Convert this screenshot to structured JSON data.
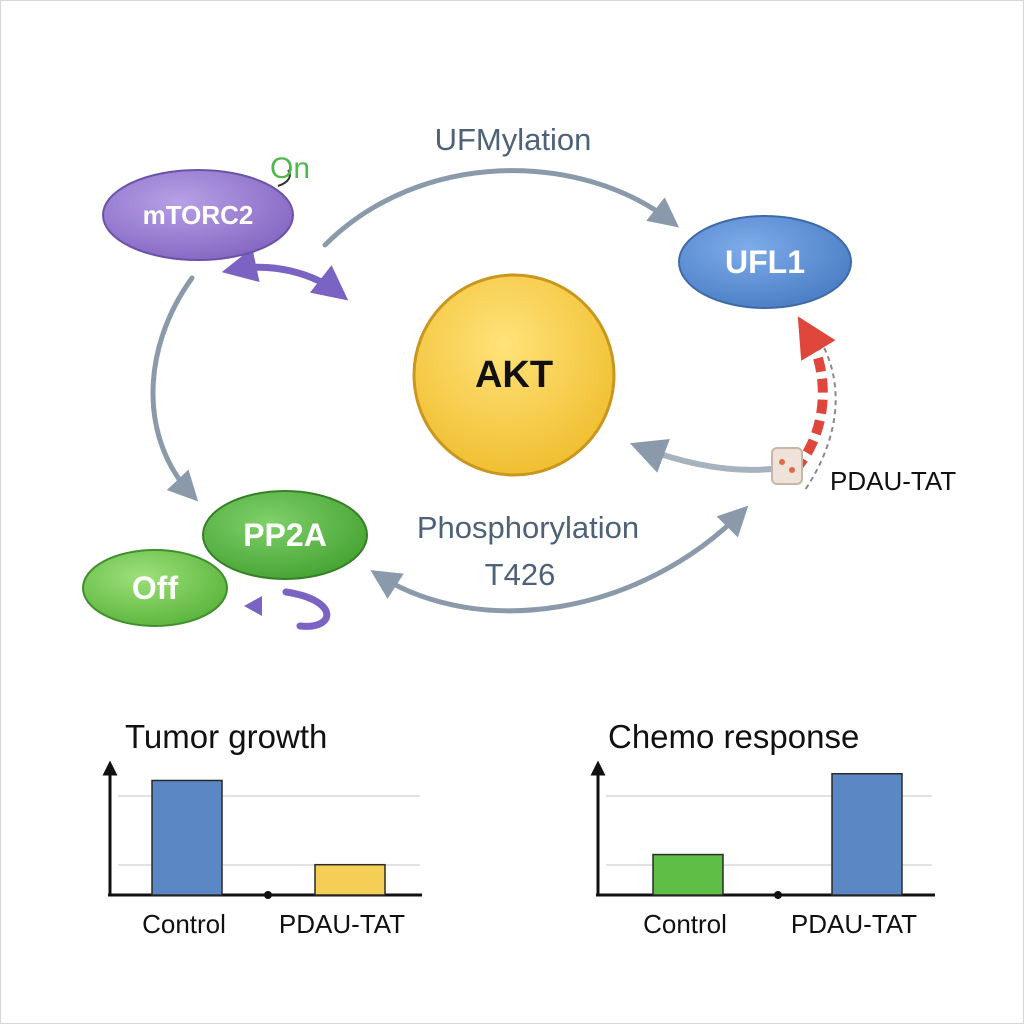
{
  "diagram": {
    "nodes": {
      "mtorc2": "mTORC2",
      "ufl1": "UFL1",
      "akt": "AKT",
      "pp2a": "PP2A",
      "off": "Off"
    },
    "state_on": "On",
    "edge_ufmylation": "UFMylation",
    "edge_phosphorylation": "Phosphorylation",
    "edge_t426": "T426",
    "inhibitor": "PDAU-TAT",
    "colors": {
      "mtorc2": "#9b7fcf",
      "ufl1": "#5b8fd1",
      "akt": "#f5c83c",
      "pp2a": "#5cb547",
      "arrow": "#8a9aaa",
      "purple_arrow": "#7a63c2",
      "red_arrow": "#e0473c"
    }
  },
  "chart_data": [
    {
      "type": "bar",
      "title": "Tumor growth",
      "categories": [
        "Control",
        "PDAU-TAT"
      ],
      "values": [
        3.4,
        0.9
      ],
      "ylim": [
        0,
        3.8
      ],
      "grid": true,
      "colors": [
        "#5b87c4",
        "#f5cf55"
      ]
    },
    {
      "type": "bar",
      "title": "Chemo response",
      "categories": [
        "Control",
        "PDAU-TAT"
      ],
      "values": [
        1.2,
        3.6
      ],
      "ylim": [
        0,
        3.8
      ],
      "grid": true,
      "colors": [
        "#5fbe45",
        "#5b87c4"
      ]
    }
  ]
}
